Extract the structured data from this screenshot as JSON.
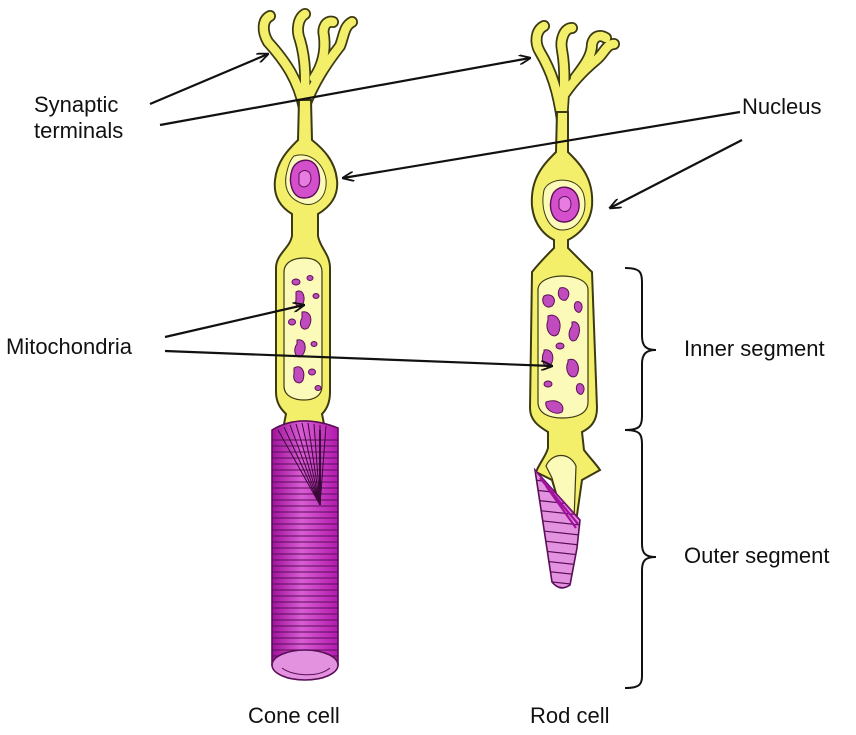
{
  "labels": {
    "synaptic_line1": "Synaptic",
    "synaptic_line2": "terminals",
    "nucleus": "Nucleus",
    "mitochondria": "Mitochondria",
    "inner_segment": "Inner segment",
    "outer_segment": "Outer segment",
    "cone_cell": "Cone cell",
    "rod_cell": "Rod cell"
  },
  "colors": {
    "cell_body": "#f4ef6a",
    "cell_outline": "#3c3a12",
    "cell_highlight": "#fbfab8",
    "nucleus_fill": "#d44fcb",
    "nucleus_core": "#e77de0",
    "mitochondria_fill": "#c04bbd",
    "outer_segment": "#c42ac0",
    "outer_segment_light": "#e392df",
    "arrow": "#111111"
  }
}
